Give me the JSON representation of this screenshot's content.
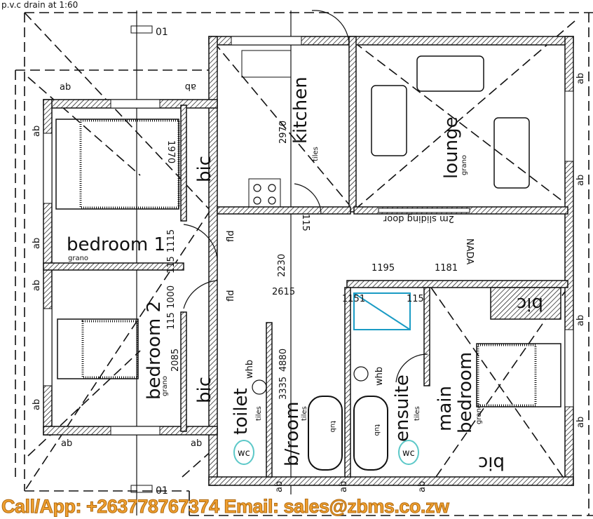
{
  "grid_marks": {
    "top": "01",
    "bottom": "01"
  },
  "ab": "ab",
  "rooms": {
    "bedroom1": {
      "name": "bedroom 1",
      "floor": "grano"
    },
    "bedroom2": {
      "name": "bedroom 2",
      "floor": "grano"
    },
    "kitchen": {
      "name": "kitchen",
      "floor": "tiles"
    },
    "lounge": {
      "name": "lounge",
      "floor": "grano"
    },
    "toilet": {
      "name": "toilet",
      "floor": "tiles"
    },
    "bathroom": {
      "name": "b/room",
      "floor": "tiles"
    },
    "ensuite": {
      "name": "ensuite",
      "floor": "tiles"
    },
    "main_bedroom": {
      "name1": "main",
      "name2": "bedroom",
      "floor": "grano"
    },
    "bic": "bic"
  },
  "fixtures": {
    "whb": "whb",
    "tub": "tub",
    "wc": "wc",
    "fld": "fld",
    "sliding_door": "2m sliding door",
    "nada": "NADA"
  },
  "dimensions": {
    "d2970": "2970",
    "d1970": "1970",
    "d1115": "1115",
    "d115": "115",
    "d1000": "1000",
    "d2230": "2230",
    "d2615": "2615",
    "d1195": "1195",
    "d1181": "1181",
    "d2085": "2085",
    "d3335": "3335",
    "d4880": "4880",
    "d1151": "1151"
  },
  "colors": {
    "accent": "#1a9bc4",
    "wc": "#5cc8c8",
    "banner": "#f0a030"
  },
  "footer": {
    "note": "p.v.c drain at 1:60",
    "contact": "Call/App: +263778767374 Email: sales@zbms.co.zw"
  }
}
